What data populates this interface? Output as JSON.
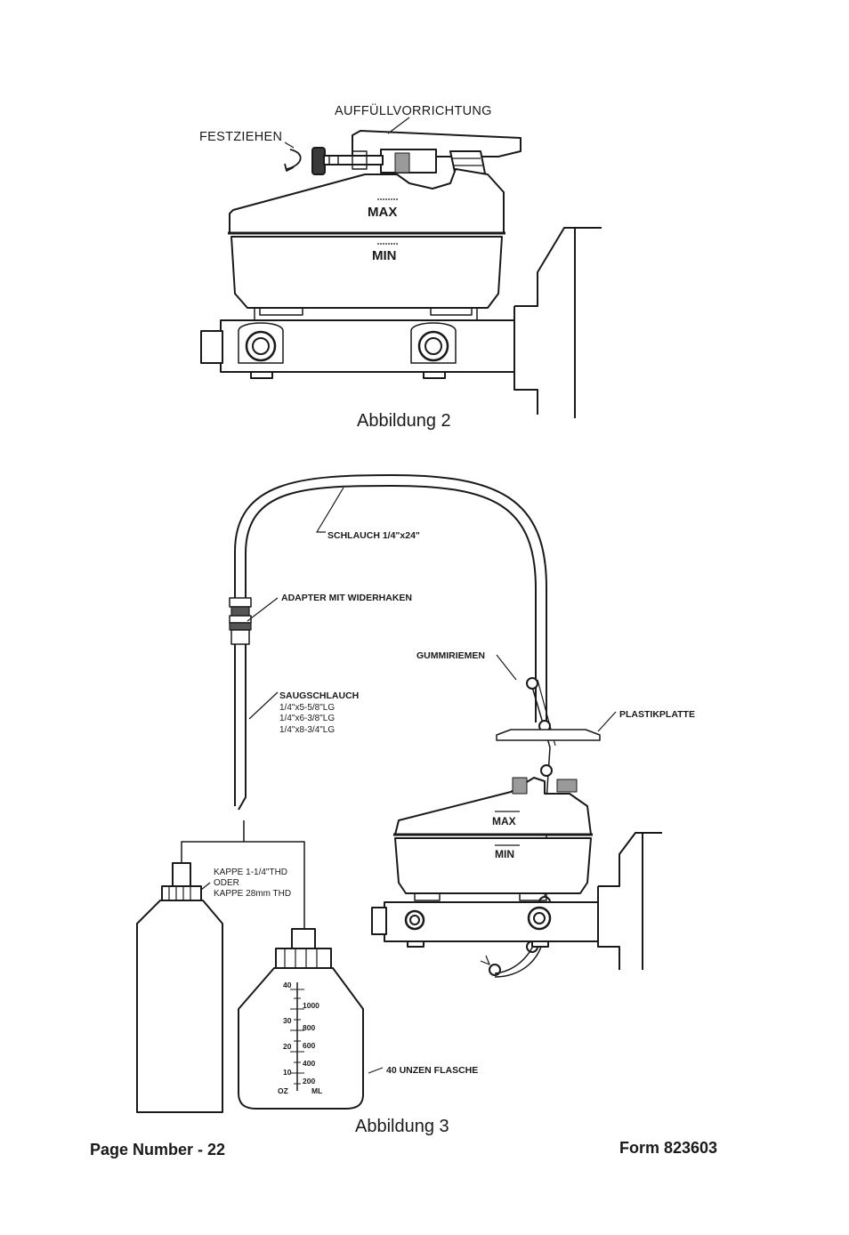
{
  "figure2": {
    "caption": "Abbildung 2",
    "labels": {
      "filler": "AUFFÜLLVORRICHTUNG",
      "tighten": "FESTZIEHEN",
      "max": "MAX",
      "min": "MIN"
    }
  },
  "figure3": {
    "caption": "Abbildung 3",
    "labels": {
      "hose": "SCHLAUCH 1/4\"x24\"",
      "adapter": "ADAPTER MIT WIDERHAKEN",
      "rubber_strap": "GUMMIRIEMEN",
      "plastic_plate": "PLASTIKPLATTE",
      "suction_hose_title": "SAUGSCHLAUCH",
      "suction_hose_sizes": [
        "1/4\"x5-5/8\"LG",
        "1/4\"x6-3/8\"LG",
        "1/4\"x8-3/4\"LG"
      ],
      "cap_line1": "KAPPE 1-1/4\"THD",
      "cap_line2": "ODER",
      "cap_line3": "KAPPE 28mm THD",
      "bottle": "40 UNZEN FLASCHE",
      "max": "MAX",
      "min": "MIN"
    },
    "bottle_scale": {
      "oz": [
        "40",
        "30",
        "20",
        "10",
        "OZ"
      ],
      "ml": [
        "1000",
        "800",
        "600",
        "400",
        "200",
        "ML"
      ]
    }
  },
  "footer": {
    "page_number": "Page Number - 22",
    "form": "Form 823603"
  }
}
